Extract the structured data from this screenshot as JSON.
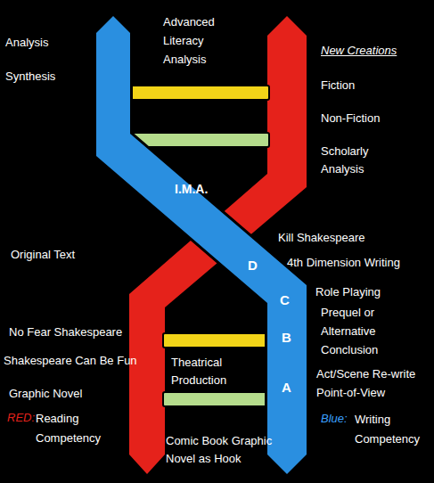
{
  "diagram": {
    "labels": [
      "Analysis",
      "Synthesis",
      "Advanced Literacy Analysis",
      "New Creations",
      "Fiction",
      "Non-Fiction",
      "Scholarly Analysis",
      "I.M.A.",
      "Kill Shakespeare",
      "Original Text",
      "4th Dimension Writing",
      "D",
      "Role Playing",
      "C",
      "No Fear Shakespeare",
      "B",
      "Prequel or Alternative Conclusion",
      "Shakespeare Can Be Fun",
      "Theatrical Production",
      "Graphic Novel",
      "A",
      "Act/Scene Re-write Point-of-View",
      "RED:",
      "Reading Competency",
      "Blue:",
      "Writing Competency",
      "Comic Book Graphic Novel as Hook"
    ]
  }
}
